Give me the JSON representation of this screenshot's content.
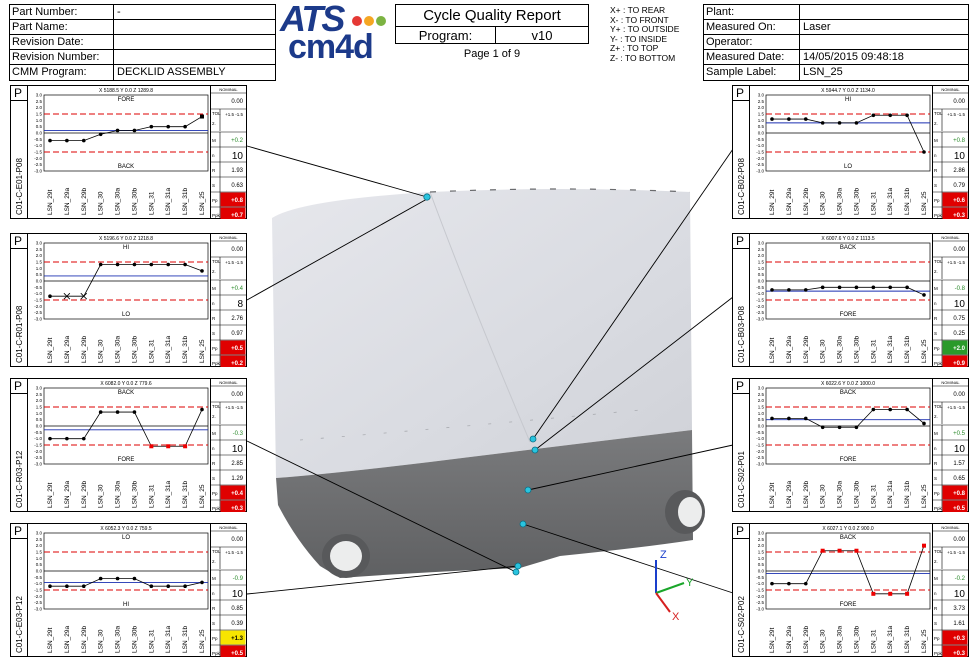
{
  "header_left": [
    {
      "k": "Part Number:",
      "v": "-"
    },
    {
      "k": "Part Name:",
      "v": ""
    },
    {
      "k": "Revision Date:",
      "v": ""
    },
    {
      "k": "Revision Number:",
      "v": ""
    },
    {
      "k": "CMM Program:",
      "v": "DECKLID ASSEMBLY"
    }
  ],
  "header_right": [
    {
      "k": "Plant:",
      "v": ""
    },
    {
      "k": "Measured On:",
      "v": "Laser"
    },
    {
      "k": "Operator:",
      "v": ""
    },
    {
      "k": "Measured Date:",
      "v": "14/05/2015 09:48:18"
    },
    {
      "k": "Sample Label:",
      "v": "LSN_25"
    }
  ],
  "logo": {
    "top": "ATS",
    "bottom": "cm4d",
    "dot_colors": [
      "#e53935",
      "#f5a623",
      "#7cb342"
    ]
  },
  "report": {
    "title": "Cycle Quality Report",
    "program_label": "Program:",
    "program_value": "v10",
    "page": "Page 1 of 9"
  },
  "direction_legend": [
    "X+ : TO REAR",
    "X- : TO FRONT",
    "Y+ : TO OUTSIDE",
    "Y- : TO INSIDE",
    "Z+ : TO TOP",
    "Z- : TO BOTTOM"
  ],
  "triad": {
    "x": "X",
    "y": "Y",
    "z": "Z"
  },
  "charts": [
    {
      "id": "C01-C-E01-P08",
      "coords": "X 5188.5  Y  0.0  Z  1289.8",
      "top_label": "FORE",
      "bottom_label": "BACK",
      "nominal": "0.00",
      "tol": "+1.5 -1.5",
      "tol2": "2.",
      "m": "+0.2",
      "n": "10",
      "r": "1.93",
      "s": "0.63",
      "pp": "+0.8",
      "ppk": "+0.7",
      "pp_color": "#e00000",
      "ppk_color": "#e00000",
      "m_color": "#2a8a2a",
      "values": [
        -0.6,
        -0.6,
        -0.6,
        -0.1,
        0.2,
        0.2,
        0.5,
        0.5,
        0.5,
        1.3
      ],
      "marks": [
        "dot",
        "dot",
        "dot",
        "dot",
        "dot",
        "dot",
        "dot",
        "dot",
        "dot",
        "sq"
      ]
    },
    {
      "id": "C01-C-R01-P08",
      "coords": "X 5196.6  Y  0.0  Z  1218.8",
      "top_label": "HI",
      "bottom_label": "LO",
      "nominal": "0.00",
      "tol": "+1.5 -1.5",
      "tol2": "2.",
      "m": "+0.4",
      "n": "8",
      "r": "2.76",
      "s": "0.97",
      "pp": "+0.5",
      "ppk": "+0.2",
      "pp_color": "#e00000",
      "ppk_color": "#e00000",
      "m_color": "#2a8a2a",
      "values": [
        -1.2,
        -1.2,
        -1.2,
        1.3,
        1.3,
        1.3,
        1.3,
        1.3,
        1.3,
        0.8
      ],
      "marks": [
        "dot",
        "x",
        "x",
        "dot",
        "dot",
        "dot",
        "dot",
        "dot",
        "dot",
        "dot"
      ]
    },
    {
      "id": "C01-C-R03-P12",
      "coords": "X 6082.0  Y  0.0  Z  779.6",
      "top_label": "BACK",
      "bottom_label": "FORE",
      "nominal": "0.00",
      "tol": "+1.5 -1.5",
      "tol2": "2.",
      "m": "-0.3",
      "n": "10",
      "r": "2.85",
      "s": "1.29",
      "pp": "+0.4",
      "ppk": "+0.3",
      "pp_color": "#e00000",
      "ppk_color": "#e00000",
      "m_color": "#2a8a2a",
      "values": [
        -1.0,
        -1.0,
        -1.0,
        1.1,
        1.1,
        1.1,
        -1.6,
        -1.6,
        -1.6,
        1.3
      ],
      "marks": [
        "dot",
        "dot",
        "dot",
        "dot",
        "dot",
        "dot",
        "sq",
        "sq",
        "sq",
        "dot"
      ]
    },
    {
      "id": "C01-C-E03-P12",
      "coords": "X 6052.3  Y  0.0  Z  759.5",
      "top_label": "LO",
      "bottom_label": "HI",
      "nominal": "0.00",
      "tol": "+1.5 -1.5",
      "tol2": "2.",
      "m": "-0.9",
      "n": "10",
      "r": "0.85",
      "s": "0.39",
      "pp": "+1.3",
      "ppk": "+0.5",
      "pp_color": "#f7e500",
      "ppk_color": "#e00000",
      "m_color": "#2a8a2a",
      "values": [
        -1.2,
        -1.2,
        -1.2,
        -0.6,
        -0.6,
        -0.6,
        -1.2,
        -1.2,
        -1.2,
        -0.9
      ],
      "marks": [
        "dot",
        "dot",
        "dot",
        "dot",
        "dot",
        "dot",
        "dot",
        "dot",
        "dot",
        "dot"
      ]
    },
    {
      "id": "C01-C-B02-P08",
      "coords": "X 5944.7  Y  0.0  Z  1134.0",
      "top_label": "HI",
      "bottom_label": "LO",
      "nominal": "0.00",
      "tol": "+1.5 -1.5",
      "tol2": "2.",
      "m": "+0.8",
      "n": "10",
      "r": "2.86",
      "s": "0.79",
      "pp": "+0.6",
      "ppk": "+0.3",
      "pp_color": "#e00000",
      "ppk_color": "#e00000",
      "m_color": "#2a8a2a",
      "values": [
        1.1,
        1.1,
        1.1,
        0.8,
        0.8,
        0.8,
        1.4,
        1.4,
        1.4,
        -1.5
      ],
      "marks": [
        "dot",
        "dot",
        "dot",
        "dot",
        "dot",
        "dot",
        "dot",
        "dot",
        "dot",
        "dot"
      ]
    },
    {
      "id": "C01-C-B03-P08",
      "coords": "X 6007.6  Y  0.0  Z  1113.5",
      "top_label": "BACK",
      "bottom_label": "FORE",
      "nominal": "0.00",
      "tol": "+1.5 -1.5",
      "tol2": "2.",
      "m": "-0.8",
      "n": "10",
      "r": "0.75",
      "s": "0.25",
      "pp": "+2.0",
      "ppk": "+0.9",
      "pp_color": "#2a9a2a",
      "ppk_color": "#e00000",
      "m_color": "#2a8a2a",
      "values": [
        -0.7,
        -0.7,
        -0.7,
        -0.5,
        -0.5,
        -0.5,
        -0.5,
        -0.5,
        -0.5,
        -1.1
      ],
      "marks": [
        "dot",
        "dot",
        "dot",
        "dot",
        "dot",
        "dot",
        "dot",
        "dot",
        "dot",
        "dot"
      ]
    },
    {
      "id": "C01-C-S02-P01",
      "coords": "X 6022.6  Y  0.0  Z  1000.0",
      "top_label": "BACK",
      "bottom_label": "FORE",
      "nominal": "0.00",
      "tol": "+1.5 -1.5",
      "tol2": "2.",
      "m": "+0.5",
      "n": "10",
      "r": "1.57",
      "s": "0.65",
      "pp": "+0.8",
      "ppk": "+0.5",
      "pp_color": "#e00000",
      "ppk_color": "#e00000",
      "m_color": "#2a8a2a",
      "values": [
        0.6,
        0.6,
        0.6,
        -0.1,
        -0.1,
        -0.1,
        1.3,
        1.3,
        1.3,
        0.2
      ],
      "marks": [
        "dot",
        "dot",
        "dot",
        "dot",
        "dot",
        "dot",
        "dot",
        "dot",
        "dot",
        "dot"
      ]
    },
    {
      "id": "C01-C-S02-P02",
      "coords": "X 6027.1  Y  0.0  Z  900.0",
      "top_label": "BACK",
      "bottom_label": "FORE",
      "nominal": "0.00",
      "tol": "+1.5 -1.5",
      "tol2": "2.",
      "m": "-0.2",
      "n": "10",
      "r": "3.73",
      "s": "1.61",
      "pp": "+0.3",
      "ppk": "+0.3",
      "pp_color": "#e00000",
      "ppk_color": "#e00000",
      "m_color": "#2a8a2a",
      "values": [
        -1.0,
        -1.0,
        -1.0,
        1.6,
        1.6,
        1.6,
        -1.8,
        -1.8,
        -1.8,
        2.0
      ],
      "marks": [
        "dot",
        "dot",
        "dot",
        "sq",
        "sq",
        "sq",
        "sq",
        "sq",
        "sq",
        "sq"
      ]
    }
  ],
  "sample_labels": [
    "LSN_29t",
    "LSN_29a",
    "LSN_29b",
    "LSN_30",
    "LSN_30a",
    "LSN_30b",
    "LSN_31",
    "LSN_31a",
    "LSN_31b",
    "LSN_25"
  ],
  "y_ticks": [
    "3.0",
    "2.5",
    "2.0",
    "1.5",
    "1.0",
    "0.5",
    "0.0",
    "-0.5",
    "-1.0",
    "-1.5",
    "-2.0",
    "-2.5",
    "-3.0"
  ],
  "stat_labels": {
    "nominal": "NOMINAL",
    "tol": "TOL",
    "m": "M",
    "n": "n",
    "r": "R",
    "s": "S",
    "pp": "Pp",
    "ppk": "Ppk",
    "p": "P"
  }
}
